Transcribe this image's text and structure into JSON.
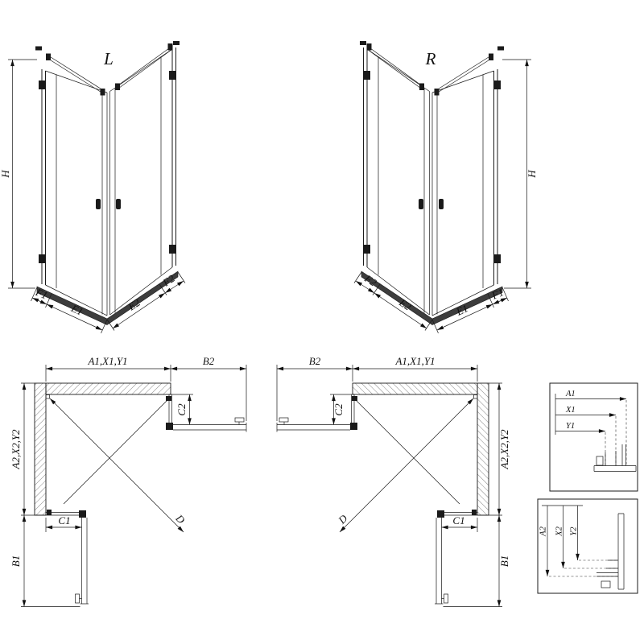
{
  "drawing": {
    "iso_left": {
      "title": "L",
      "h": "H",
      "f1": "F1",
      "e1": "E1",
      "e2": "E2",
      "f2": "F2"
    },
    "iso_right": {
      "title": "R",
      "h": "H",
      "f1": "F1",
      "e1": "E1",
      "e2": "E2",
      "f2": "F2"
    },
    "plan_left": {
      "a1": "A1,X1,Y1",
      "b2": "B2",
      "c2": "C2",
      "a2": "A2,X2,Y2",
      "c1": "C1",
      "b1": "B1",
      "d": "D"
    },
    "plan_right": {
      "a1": "A1,X1,Y1",
      "b2": "B2",
      "c2": "C2",
      "a2": "A2,X2,Y2",
      "c1": "C1",
      "b1": "B1",
      "d": "D"
    },
    "detail_horizontal": {
      "a1": "A1",
      "x1": "X1",
      "y1": "Y1"
    },
    "detail_vertical": {
      "a2": "A2",
      "x2": "X2",
      "y2": "Y2"
    }
  }
}
